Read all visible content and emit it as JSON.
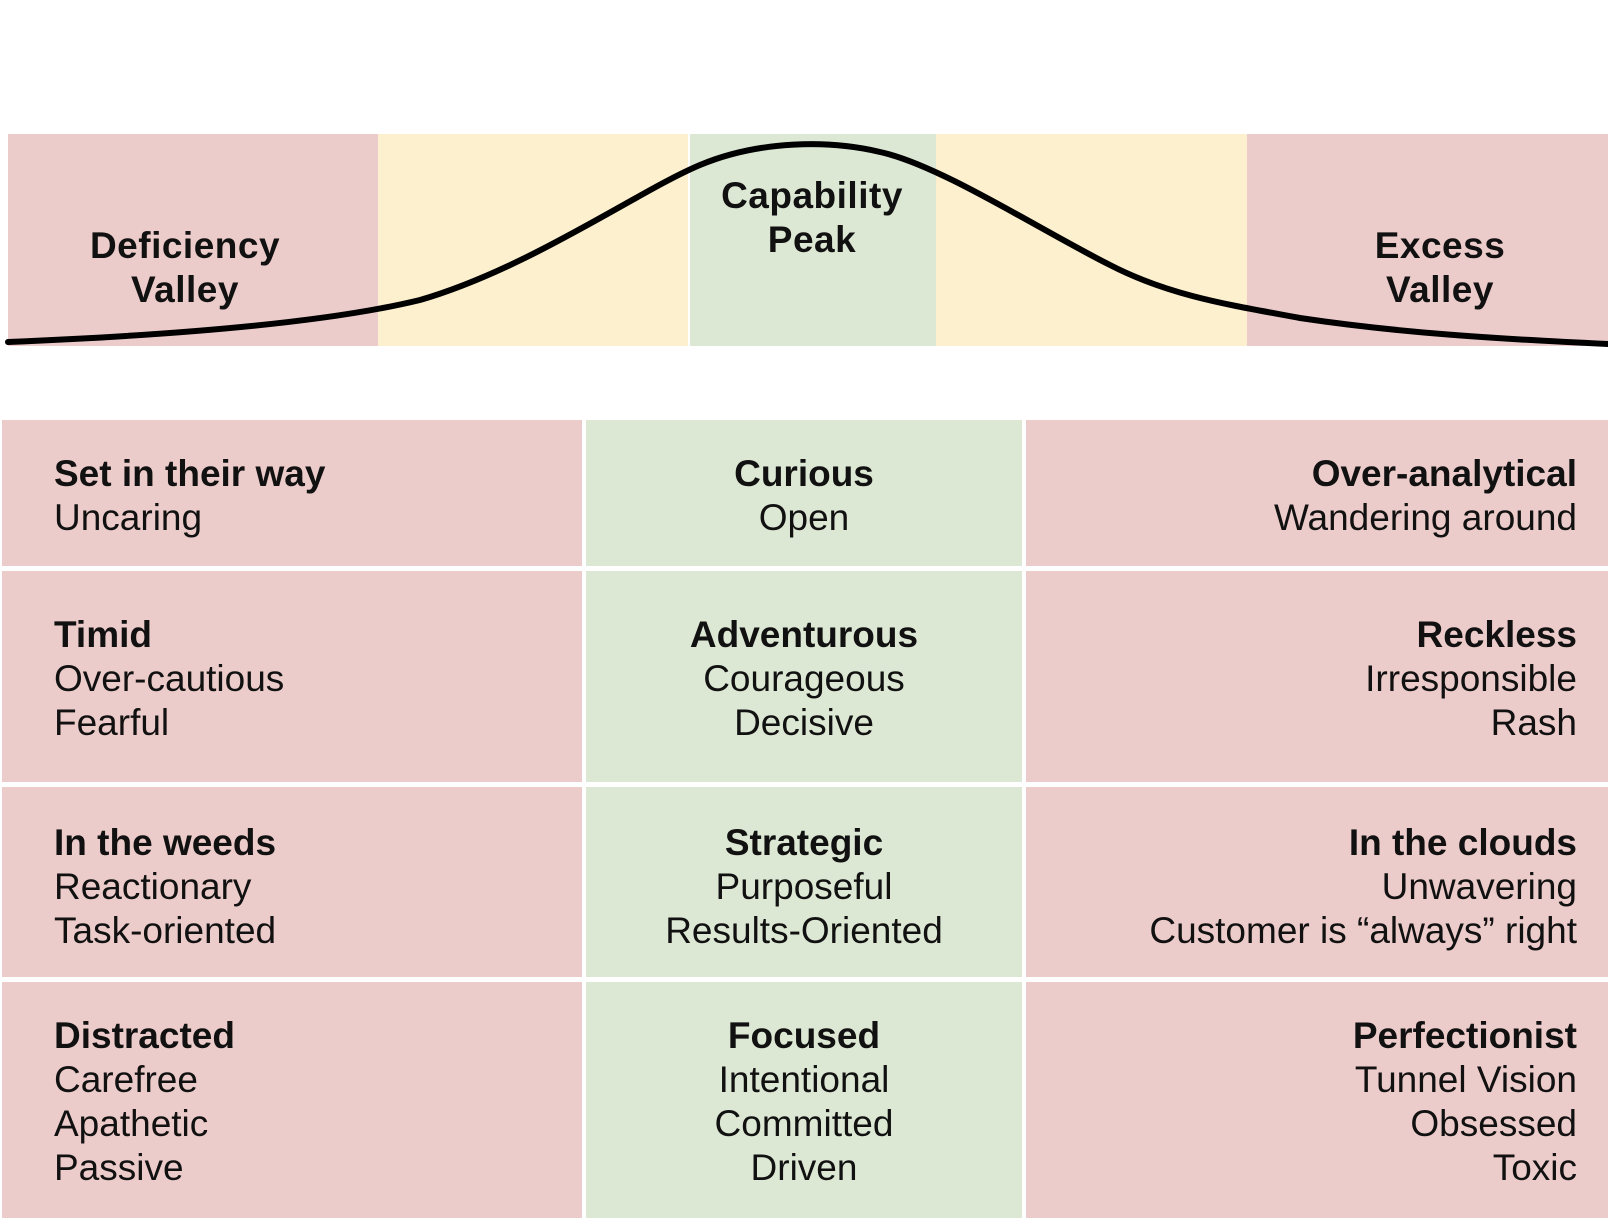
{
  "colors": {
    "red_zone": "#ecccca",
    "yellow_zone": "#fcf0cf",
    "green_zone": "#dde8d4",
    "curve": "#000000",
    "text": "#111111"
  },
  "diagram": {
    "zones": {
      "deficiency": {
        "line1": "Deficiency",
        "line2": "Valley"
      },
      "peak": {
        "line1": "Capability",
        "line2": "Peak"
      },
      "excess": {
        "line1": "Excess",
        "line2": "Valley"
      }
    }
  },
  "table": {
    "rows": [
      {
        "left": [
          "Set in their way",
          "Uncaring"
        ],
        "center": [
          "Curious",
          "Open"
        ],
        "right": [
          "Over-analytical",
          "Wandering around"
        ]
      },
      {
        "left": [
          "Timid",
          "Over-cautious",
          "Fearful"
        ],
        "center": [
          "Adventurous",
          "Courageous",
          "Decisive"
        ],
        "right": [
          "Reckless",
          "Irresponsible",
          "Rash"
        ]
      },
      {
        "left": [
          "In the weeds",
          "Reactionary",
          "Task-oriented"
        ],
        "center": [
          "Strategic",
          "Purposeful",
          "Results-Oriented"
        ],
        "right": [
          "In the clouds",
          "Unwavering",
          "Customer is “always” right"
        ]
      },
      {
        "left": [
          "Distracted",
          "Carefree",
          "Apathetic",
          "Passive"
        ],
        "center": [
          "Focused",
          "Intentional",
          "Committed",
          "Driven"
        ],
        "right": [
          "Perfectionist",
          "Tunnel Vision",
          "Obsessed",
          "Toxic"
        ]
      }
    ]
  }
}
